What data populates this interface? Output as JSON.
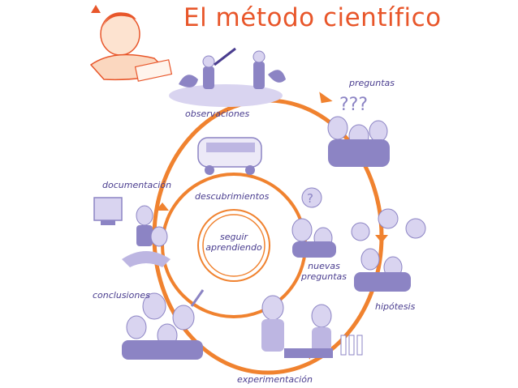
{
  "title": "El método científico",
  "center": {
    "line1": "seguir",
    "line2": "aprendiendo"
  },
  "labels": {
    "observaciones": "observaciones",
    "preguntas": "preguntas",
    "documentacion": "documentación",
    "descubrimientos": "descubrimientos",
    "nuevas_line1": "nuevas",
    "nuevas_line2": "preguntas",
    "conclusiones": "conclusiones",
    "hipotesis": "hipótesis",
    "experimentacion": "experimentación"
  },
  "colors": {
    "accent": "#e8562a",
    "cycle": "#f0822f",
    "label": "#4a3d8f",
    "sketch": "#8c84c4",
    "sketch_fill": "#d9d4f0"
  }
}
